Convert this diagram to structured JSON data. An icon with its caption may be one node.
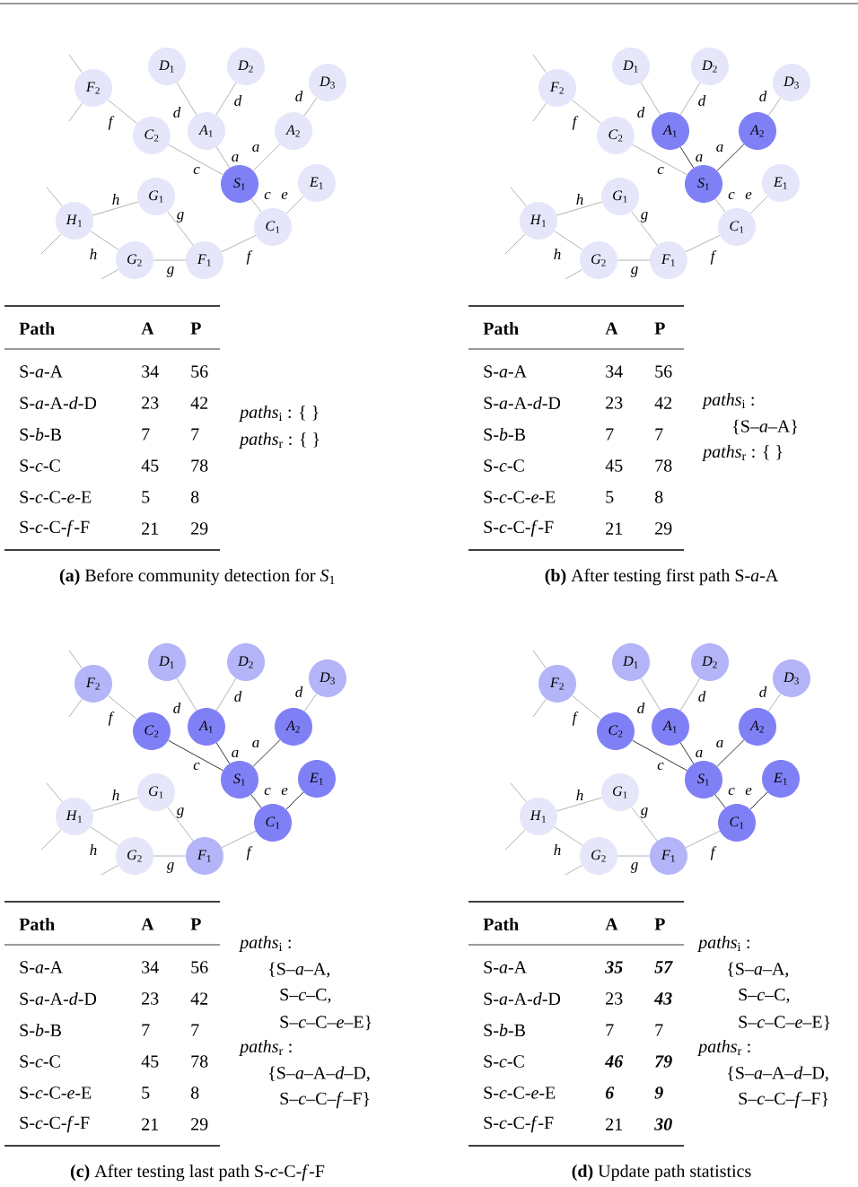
{
  "diagram": {
    "nodes": [
      {
        "text": [
          "*D*$_{1}$"
        ]
      },
      {
        "text": [
          "*D*$_{2}$"
        ]
      },
      {
        "text": [
          "*D*$_{3}$"
        ]
      },
      {
        "text": [
          "*F*$_{2}$"
        ]
      },
      {
        "text": [
          "*A*$_{1}$"
        ]
      },
      {
        "text": [
          "*A*$_{2}$"
        ]
      },
      {
        "text": [
          "*C*$_{2}$"
        ]
      },
      {
        "text": [
          "*S*$_{1}$"
        ]
      },
      {
        "text": [
          "*E*$_{1}$"
        ]
      },
      {
        "text": [
          "*G*$_{1}$"
        ]
      },
      {
        "text": [
          "*H*$_{1}$"
        ]
      },
      {
        "text": [
          "*C*$_{1}$"
        ]
      },
      {
        "text": [
          "*G*$_{2}$"
        ]
      },
      {
        "text": [
          "*F*$_{1}$"
        ]
      },
      {
        "text": [
          "*D*$_{1}$"
        ]
      },
      {
        "text": [
          "*D*$_{2}$"
        ]
      },
      {
        "text": [
          "*D*$_{3}$"
        ]
      },
      {
        "text": [
          "*F*$_{2}$"
        ]
      },
      {
        "text": [
          "*A*$_{1}$"
        ]
      },
      {
        "text": [
          "*A*$_{2}$"
        ]
      },
      {
        "text": [
          "*C*$_{2}$"
        ]
      },
      {
        "text": [
          "*S*$_{1}$"
        ]
      },
      {
        "text": [
          "*E*$_{1}$"
        ]
      },
      {
        "text": [
          "*G*$_{1}$"
        ]
      },
      {
        "text": [
          "*H*$_{1}$"
        ]
      },
      {
        "text": [
          "*C*$_{1}$"
        ]
      },
      {
        "text": [
          "*G*$_{2}$"
        ]
      },
      {
        "text": [
          "*F*$_{1}$"
        ]
      },
      {
        "text": [
          "*D*$_{1}$"
        ]
      },
      {
        "text": [
          "*D*$_{2}$"
        ]
      },
      {
        "text": [
          "*D*$_{3}$"
        ]
      },
      {
        "text": [
          "*F*$_{2}$"
        ]
      },
      {
        "text": [
          "*A*$_{1}$"
        ]
      },
      {
        "text": [
          "*A*$_{2}$"
        ]
      },
      {
        "text": [
          "*C*$_{2}$"
        ]
      },
      {
        "text": [
          "*S*$_{1}$"
        ]
      },
      {
        "text": [
          "*E*$_{1}$"
        ]
      },
      {
        "text": [
          "*G*$_{1}$"
        ]
      },
      {
        "text": [
          "*H*$_{1}$"
        ]
      },
      {
        "text": [
          "*C*$_{1}$"
        ]
      },
      {
        "text": [
          "*G*$_{2}$"
        ]
      },
      {
        "text": [
          "*F*$_{1}$"
        ]
      },
      {
        "text": [
          "*D*$_{1}$"
        ]
      },
      {
        "text": [
          "*D*$_{2}$"
        ]
      },
      {
        "text": [
          "*D*$_{3}$"
        ]
      },
      {
        "text": [
          "*F*$_{2}$"
        ]
      },
      {
        "text": [
          "*A*$_{1}$"
        ]
      },
      {
        "text": [
          "*A*$_{2}$"
        ]
      },
      {
        "text": [
          "*C*$_{2}$"
        ]
      },
      {
        "text": [
          "*S*$_{1}$"
        ]
      },
      {
        "text": [
          "*E*$_{1}$"
        ]
      },
      {
        "text": [
          "*G*$_{1}$"
        ]
      },
      {
        "text": [
          "*H*$_{1}$"
        ]
      },
      {
        "text": [
          "*C*$_{1}$"
        ]
      },
      {
        "text": [
          "*G*$_{2}$"
        ]
      },
      {
        "text": [
          "*F*$_{1}$"
        ]
      }
    ],
    "edges": [
      {
        "from": 7,
        "to": 4,
        "arrow": "none",
        "label": "a"
      },
      {
        "from": 7,
        "to": 5,
        "arrow": "none",
        "label": "a"
      },
      {
        "from": 7,
        "to": 6,
        "arrow": "none",
        "label": "c"
      },
      {
        "from": 7,
        "to": 11,
        "arrow": "none",
        "label": "c"
      },
      {
        "from": 4,
        "to": 0,
        "arrow": "none",
        "label": "d"
      },
      {
        "from": 4,
        "to": 1,
        "arrow": "none",
        "label": "d"
      },
      {
        "from": 5,
        "to": 2,
        "arrow": "none",
        "label": "d"
      },
      {
        "from": 6,
        "to": 3,
        "arrow": "none",
        "label": "f"
      },
      {
        "from": 11,
        "to": 8,
        "arrow": "none",
        "label": "e"
      },
      {
        "from": 11,
        "to": 13,
        "arrow": "none",
        "label": "f"
      },
      {
        "from": 13,
        "to": 9,
        "arrow": "none",
        "label": "g"
      },
      {
        "from": 13,
        "to": 12,
        "arrow": "none",
        "label": "g"
      },
      {
        "from": 9,
        "to": 10,
        "arrow": "none",
        "label": "h"
      },
      {
        "from": 12,
        "to": 10,
        "arrow": "none",
        "label": "h"
      },
      {
        "from": 3,
        "to": null,
        "arrow": "none"
      },
      {
        "from": 3,
        "to": null,
        "arrow": "none"
      },
      {
        "from": 10,
        "to": null,
        "arrow": "none"
      },
      {
        "from": 10,
        "to": null,
        "arrow": "none"
      },
      {
        "from": 12,
        "to": null,
        "arrow": "none"
      },
      {
        "from": 21,
        "to": 18,
        "arrow": "none",
        "label": "a",
        "color": "#000000"
      },
      {
        "from": 21,
        "to": 19,
        "arrow": "none",
        "label": "a",
        "color": "#000000"
      },
      {
        "from": 21,
        "to": 20,
        "arrow": "none",
        "label": "c"
      },
      {
        "from": 21,
        "to": 25,
        "arrow": "none",
        "label": "c"
      },
      {
        "from": 18,
        "to": 14,
        "arrow": "none",
        "label": "d"
      },
      {
        "from": 18,
        "to": 15,
        "arrow": "none",
        "label": "d"
      },
      {
        "from": 19,
        "to": 16,
        "arrow": "none",
        "label": "d"
      },
      {
        "from": 20,
        "to": 17,
        "arrow": "none",
        "label": "f"
      },
      {
        "from": 25,
        "to": 22,
        "arrow": "none",
        "label": "e"
      },
      {
        "from": 25,
        "to": 27,
        "arrow": "none",
        "label": "f"
      },
      {
        "from": 27,
        "to": 23,
        "arrow": "none",
        "label": "g"
      },
      {
        "from": 27,
        "to": 26,
        "arrow": "none",
        "label": "g"
      },
      {
        "from": 23,
        "to": 24,
        "arrow": "none",
        "label": "h"
      },
      {
        "from": 26,
        "to": 24,
        "arrow": "none",
        "label": "h"
      },
      {
        "from": 17,
        "to": null,
        "arrow": "none"
      },
      {
        "from": 17,
        "to": null,
        "arrow": "none"
      },
      {
        "from": 24,
        "to": null,
        "arrow": "none"
      },
      {
        "from": 24,
        "to": null,
        "arrow": "none"
      },
      {
        "from": 26,
        "to": null,
        "arrow": "none"
      },
      {
        "from": 35,
        "to": 32,
        "arrow": "none",
        "label": "a",
        "color": "#000000"
      },
      {
        "from": 35,
        "to": 33,
        "arrow": "none",
        "label": "a",
        "color": "#000000"
      },
      {
        "from": 35,
        "to": 34,
        "arrow": "none",
        "label": "c",
        "color": "#000000"
      },
      {
        "from": 35,
        "to": 39,
        "arrow": "none",
        "label": "c",
        "color": "#000000"
      },
      {
        "from": 32,
        "to": 28,
        "arrow": "none",
        "label": "d"
      },
      {
        "from": 32,
        "to": 29,
        "arrow": "none",
        "label": "d"
      },
      {
        "from": 33,
        "to": 30,
        "arrow": "none",
        "label": "d"
      },
      {
        "from": 34,
        "to": 31,
        "arrow": "none",
        "label": "f"
      },
      {
        "from": 39,
        "to": 36,
        "arrow": "none",
        "label": "e",
        "color": "#000000"
      },
      {
        "from": 39,
        "to": 41,
        "arrow": "none",
        "label": "f"
      },
      {
        "from": 41,
        "to": 37,
        "arrow": "none",
        "label": "g"
      },
      {
        "from": 41,
        "to": 40,
        "arrow": "none",
        "label": "g"
      },
      {
        "from": 37,
        "to": 38,
        "arrow": "none",
        "label": "h"
      },
      {
        "from": 40,
        "to": 38,
        "arrow": "none",
        "label": "h"
      },
      {
        "from": 31,
        "to": null,
        "arrow": "none"
      },
      {
        "from": 31,
        "to": null,
        "arrow": "none"
      },
      {
        "from": 38,
        "to": null,
        "arrow": "none"
      },
      {
        "from": 38,
        "to": null,
        "arrow": "none"
      },
      {
        "from": 40,
        "to": null,
        "arrow": "none"
      },
      {
        "from": 49,
        "to": 46,
        "arrow": "none",
        "label": "a",
        "color": "#000000"
      },
      {
        "from": 49,
        "to": 47,
        "arrow": "none",
        "label": "a",
        "color": "#000000"
      },
      {
        "from": 49,
        "to": 48,
        "arrow": "none",
        "label": "c",
        "color": "#000000"
      },
      {
        "from": 49,
        "to": 53,
        "arrow": "none",
        "label": "c",
        "color": "#000000"
      },
      {
        "from": 46,
        "to": 42,
        "arrow": "none",
        "label": "d"
      },
      {
        "from": 46,
        "to": 43,
        "arrow": "none",
        "label": "d"
      },
      {
        "from": 47,
        "to": 44,
        "arrow": "none",
        "label": "d"
      },
      {
        "from": 48,
        "to": 45,
        "arrow": "none",
        "label": "f"
      },
      {
        "from": 53,
        "to": 50,
        "arrow": "none",
        "label": "e",
        "color": "#000000"
      },
      {
        "from": 53,
        "to": 55,
        "arrow": "none",
        "label": "f"
      },
      {
        "from": 55,
        "to": 51,
        "arrow": "none",
        "label": "g"
      },
      {
        "from": 55,
        "to": 54,
        "arrow": "none",
        "label": "g"
      },
      {
        "from": 51,
        "to": 52,
        "arrow": "none",
        "label": "h"
      },
      {
        "from": 54,
        "to": 52,
        "arrow": "none",
        "label": "h"
      },
      {
        "from": 45,
        "to": null,
        "arrow": "none"
      },
      {
        "from": 45,
        "to": null,
        "arrow": "none"
      },
      {
        "from": 52,
        "to": null,
        "arrow": "none"
      },
      {
        "from": 52,
        "to": null,
        "arrow": "none"
      },
      {
        "from": 54,
        "to": null,
        "arrow": "none"
      }
    ],
    "labels": [
      "Path",
      "A",
      "P",
      "S-*a*-A",
      "34",
      "56",
      "S-*a*-A-*d*-D",
      "23",
      "42",
      "S-*b*-B",
      "7",
      "7",
      "S-*c*-C",
      "45",
      "78",
      "S-*c*-C-*e*-E",
      "5",
      "8",
      "S-*c*-C-*f*-F",
      "21",
      "29",
      "*paths*$_{i}$  :  { }",
      "*paths*$_{r}$  :  { }",
      "**(a)** Before community detection for *S*$_{1}$",
      "Path",
      "A",
      "P",
      "S-*a*-A",
      "34",
      "56",
      "S-*a*-A-*d*-D",
      "23",
      "42",
      "S-*b*-B",
      "7",
      "7",
      "S-*c*-C",
      "45",
      "78",
      "S-*c*-C-*e*-E",
      "5",
      "8",
      "S-*c*-C-*f*-F",
      "21",
      "29",
      "*paths*$_{i}$  :",
      "{S–*a*–A}",
      "*paths*$_{r}$  :  { }",
      "**(b)** After testing first path S-*a*-A",
      "Path",
      "A",
      "P",
      "S-*a*-A",
      "34",
      "56",
      "S-*a*-A-*d*-D",
      "23",
      "42",
      "S-*b*-B",
      "7",
      "7",
      "S-*c*-C",
      "45",
      "78",
      "S-*c*-C-*e*-E",
      "5",
      "8",
      "S-*c*-C-*f*-F",
      "21",
      "29",
      "*paths*$_{i}$ :",
      "{S–*a*–A,",
      "S–*c*–C,",
      "S–*c*–C–*e*–E}",
      "*paths*$_{r}$ :",
      "{S–*a*–A–*d*–D,",
      "S–*c*–C–*f*–F}",
      "**(c)** After testing last path S-*c*-C-*f*-F",
      "Path",
      "A",
      "P",
      "S-*a*-A",
      "35",
      "57",
      "S-*a*-A-*d*-D",
      "23",
      "43",
      "S-*b*-B",
      "7",
      "7",
      "S-*c*-C",
      "46",
      "79",
      "S-*c*-C-*e*-E",
      "6",
      "9",
      "S-*c*-C-*f*-F",
      "21",
      "30",
      "*paths*$_{i}$ :",
      "{S–*a*–A,",
      "S–*c*–C,",
      "S–*c*–C–*e*–E}",
      "*paths*$_{r}$ :",
      "{S–*a*–A–*d*–D,",
      "S–*c*–C–*f*–F}",
      "**(d)** Update path statistics"
    ]
  }
}
